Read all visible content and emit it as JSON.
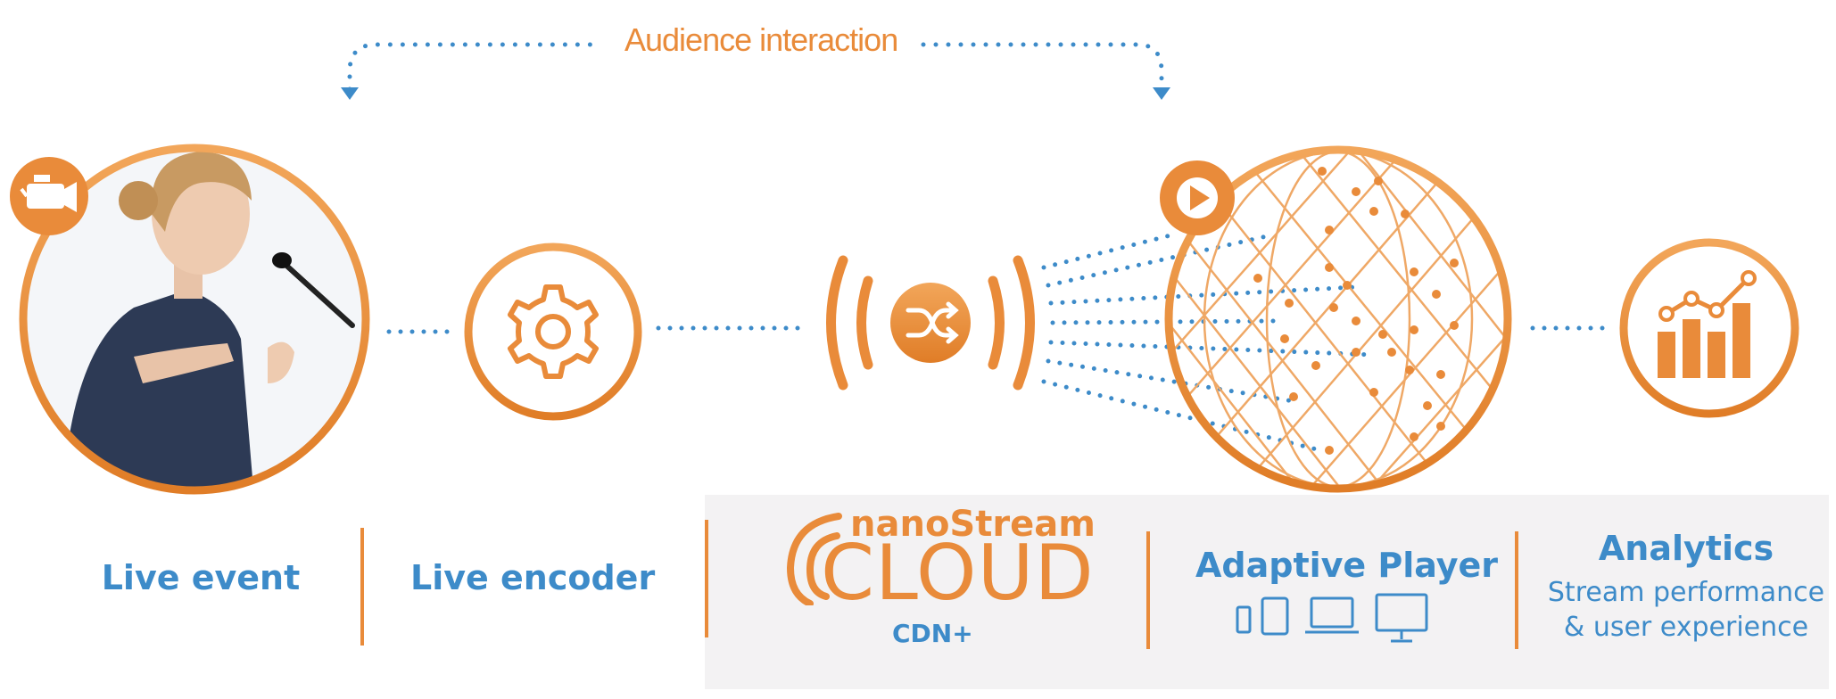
{
  "audience": {
    "label": "Audience interaction"
  },
  "steps": [
    {
      "title": "Live event"
    },
    {
      "title": "Live encoder"
    },
    {
      "brand_small": "nanoStream",
      "brand_big": "CLOUD",
      "subtitle": "CDN+"
    },
    {
      "title": "Adaptive Player"
    },
    {
      "title": "Analytics",
      "desc_line1": "Stream performance",
      "desc_line2": "& user experience"
    }
  ],
  "colors": {
    "orange": "#e98b3a",
    "blue": "#3d8bc9",
    "panel": "#f3f2f3"
  },
  "icons": [
    "video-camera-icon",
    "gear-icon",
    "shuffle-icon",
    "play-icon",
    "globe-icon",
    "bar-chart-icon",
    "phone-icon",
    "tablet-icon",
    "laptop-icon",
    "monitor-icon"
  ]
}
